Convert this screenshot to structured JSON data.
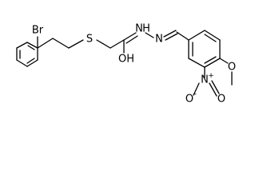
{
  "molecule": {
    "atoms": {
      "br": "Br",
      "s": "S",
      "oh": "OH",
      "n_amide": "N",
      "h_amide": "H",
      "n_imine": "N",
      "o_methoxy": "O",
      "n_nitro": "N",
      "n_nitro_charge": "+",
      "o_nitro_1": "O",
      "o_nitro_1_charge": "-",
      "o_nitro_2": "O"
    }
  }
}
